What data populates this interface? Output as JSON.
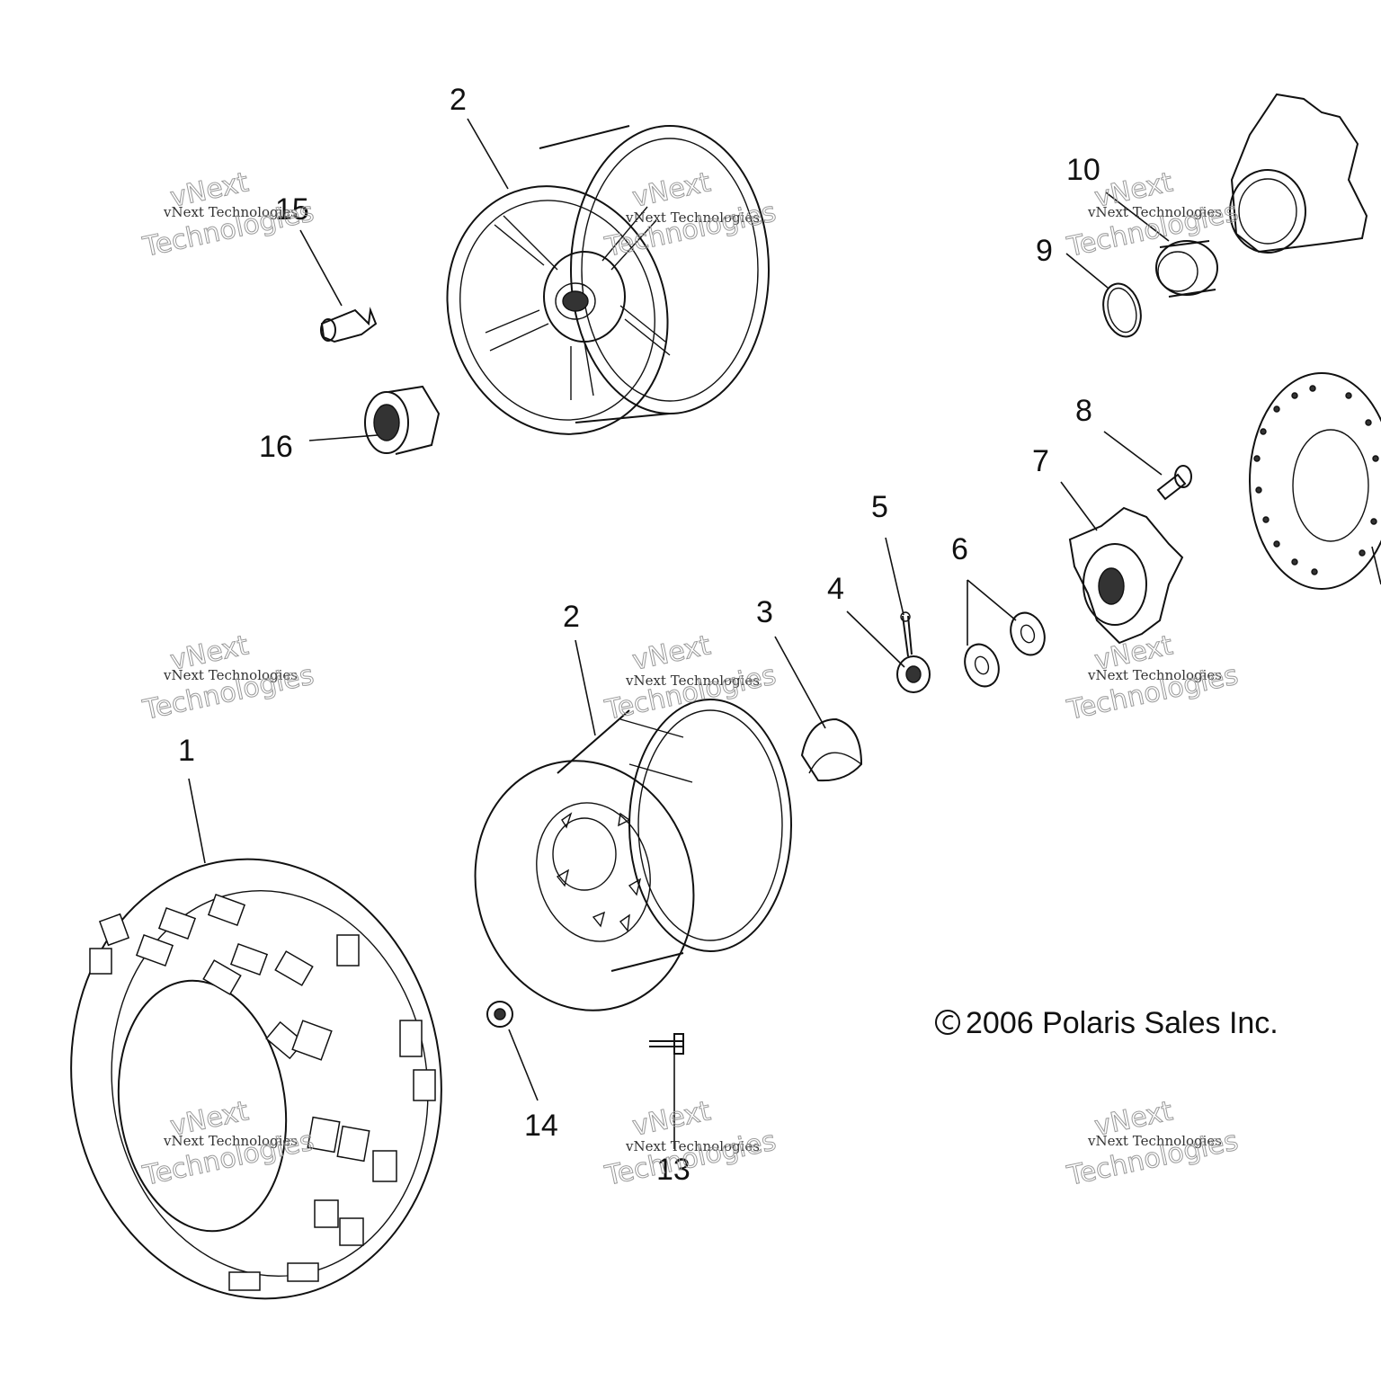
{
  "diagram": {
    "callouts": {
      "c1": "1",
      "c2a": "2",
      "c2b": "2",
      "c3": "3",
      "c4": "4",
      "c5": "5",
      "c6": "6",
      "c7": "7",
      "c8": "8",
      "c9": "9",
      "c10": "10",
      "c13": "13",
      "c14": "14",
      "c15": "15",
      "c16": "16"
    },
    "copyright": "2006 Polaris Sales Inc.",
    "watermark": {
      "line_small": "vNext Technologies",
      "word_a": "vNext",
      "word_b": "Technologies"
    }
  }
}
